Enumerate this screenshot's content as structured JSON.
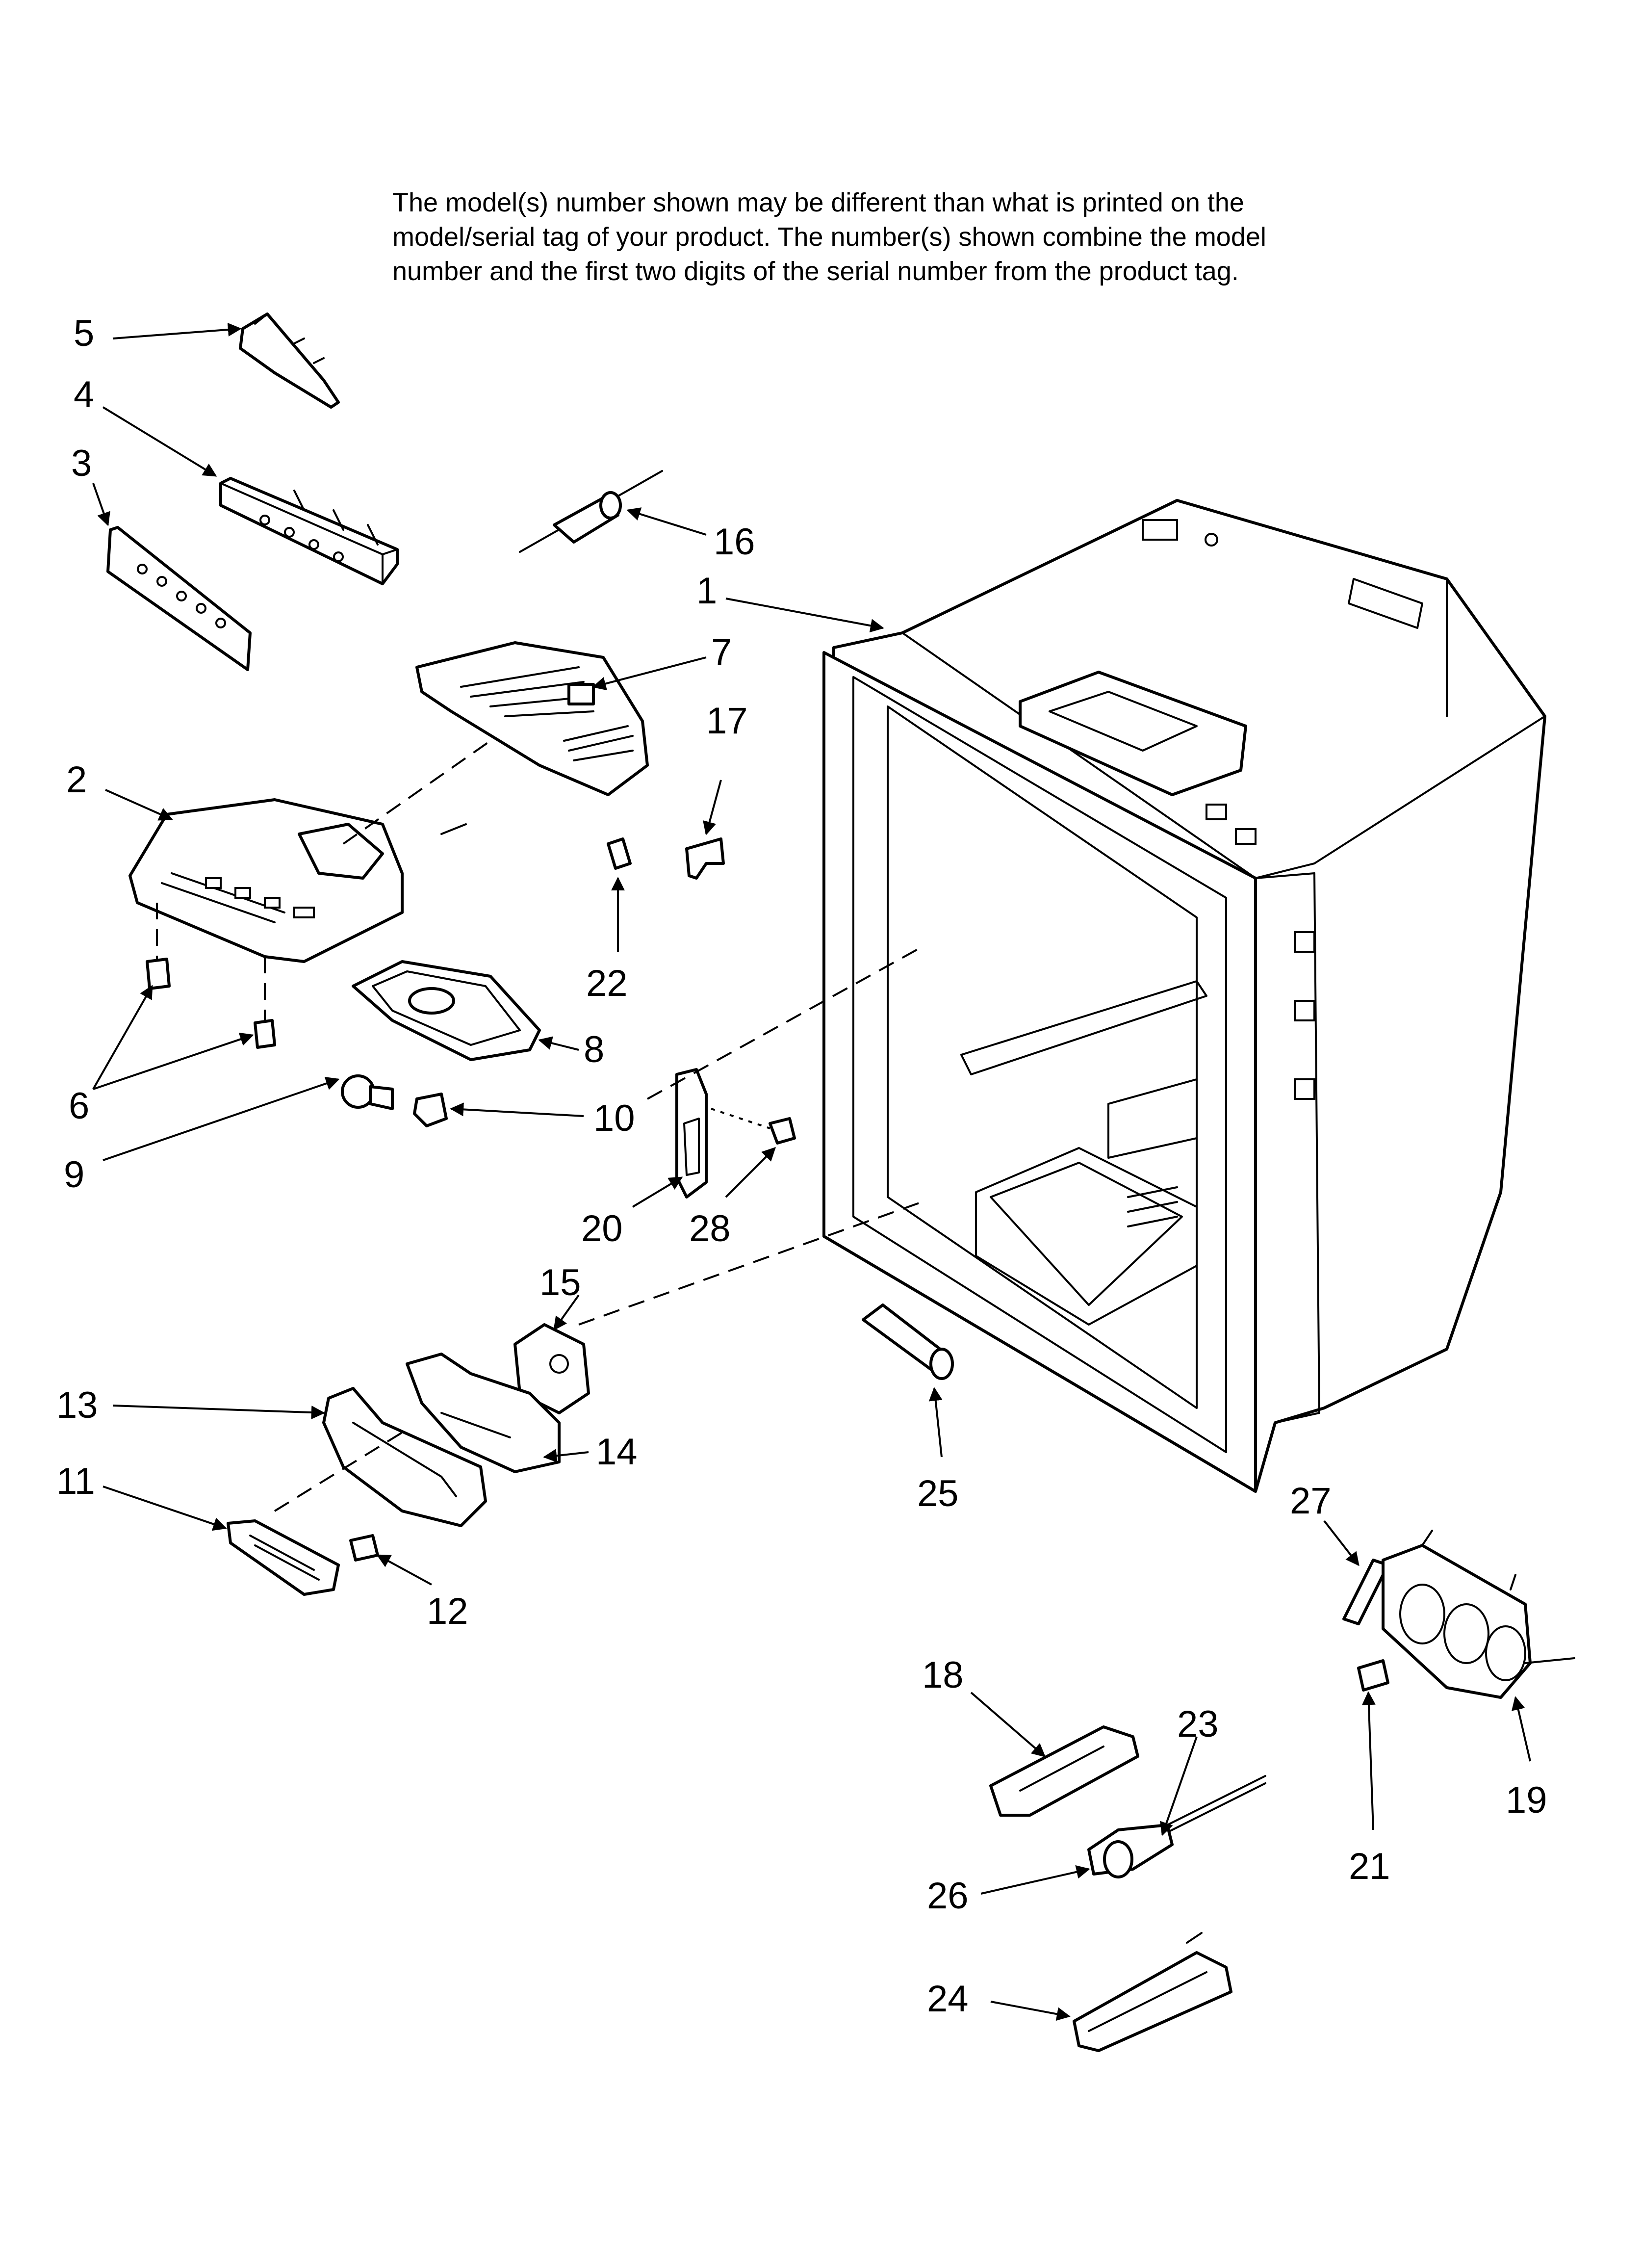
{
  "note": {
    "lines": [
      "The model(s) number shown may be different than what is printed on the",
      "model/serial tag of your product. The number(s) shown combine the model",
      "number and the first two digits of the serial number from the product tag."
    ]
  },
  "callouts": {
    "c1": "1",
    "c2": "2",
    "c3": "3",
    "c4": "4",
    "c5": "5",
    "c6": "6",
    "c7": "7",
    "c8": "8",
    "c9": "9",
    "c10": "10",
    "c11": "11",
    "c12": "12",
    "c13": "13",
    "c14": "14",
    "c15": "15",
    "c16": "16",
    "c17": "17",
    "c18": "18",
    "c19": "19",
    "c20": "20",
    "c21": "21",
    "c22": "22",
    "c23": "23",
    "c24": "24",
    "c25": "25",
    "c26": "26",
    "c27": "27",
    "c28": "28"
  }
}
